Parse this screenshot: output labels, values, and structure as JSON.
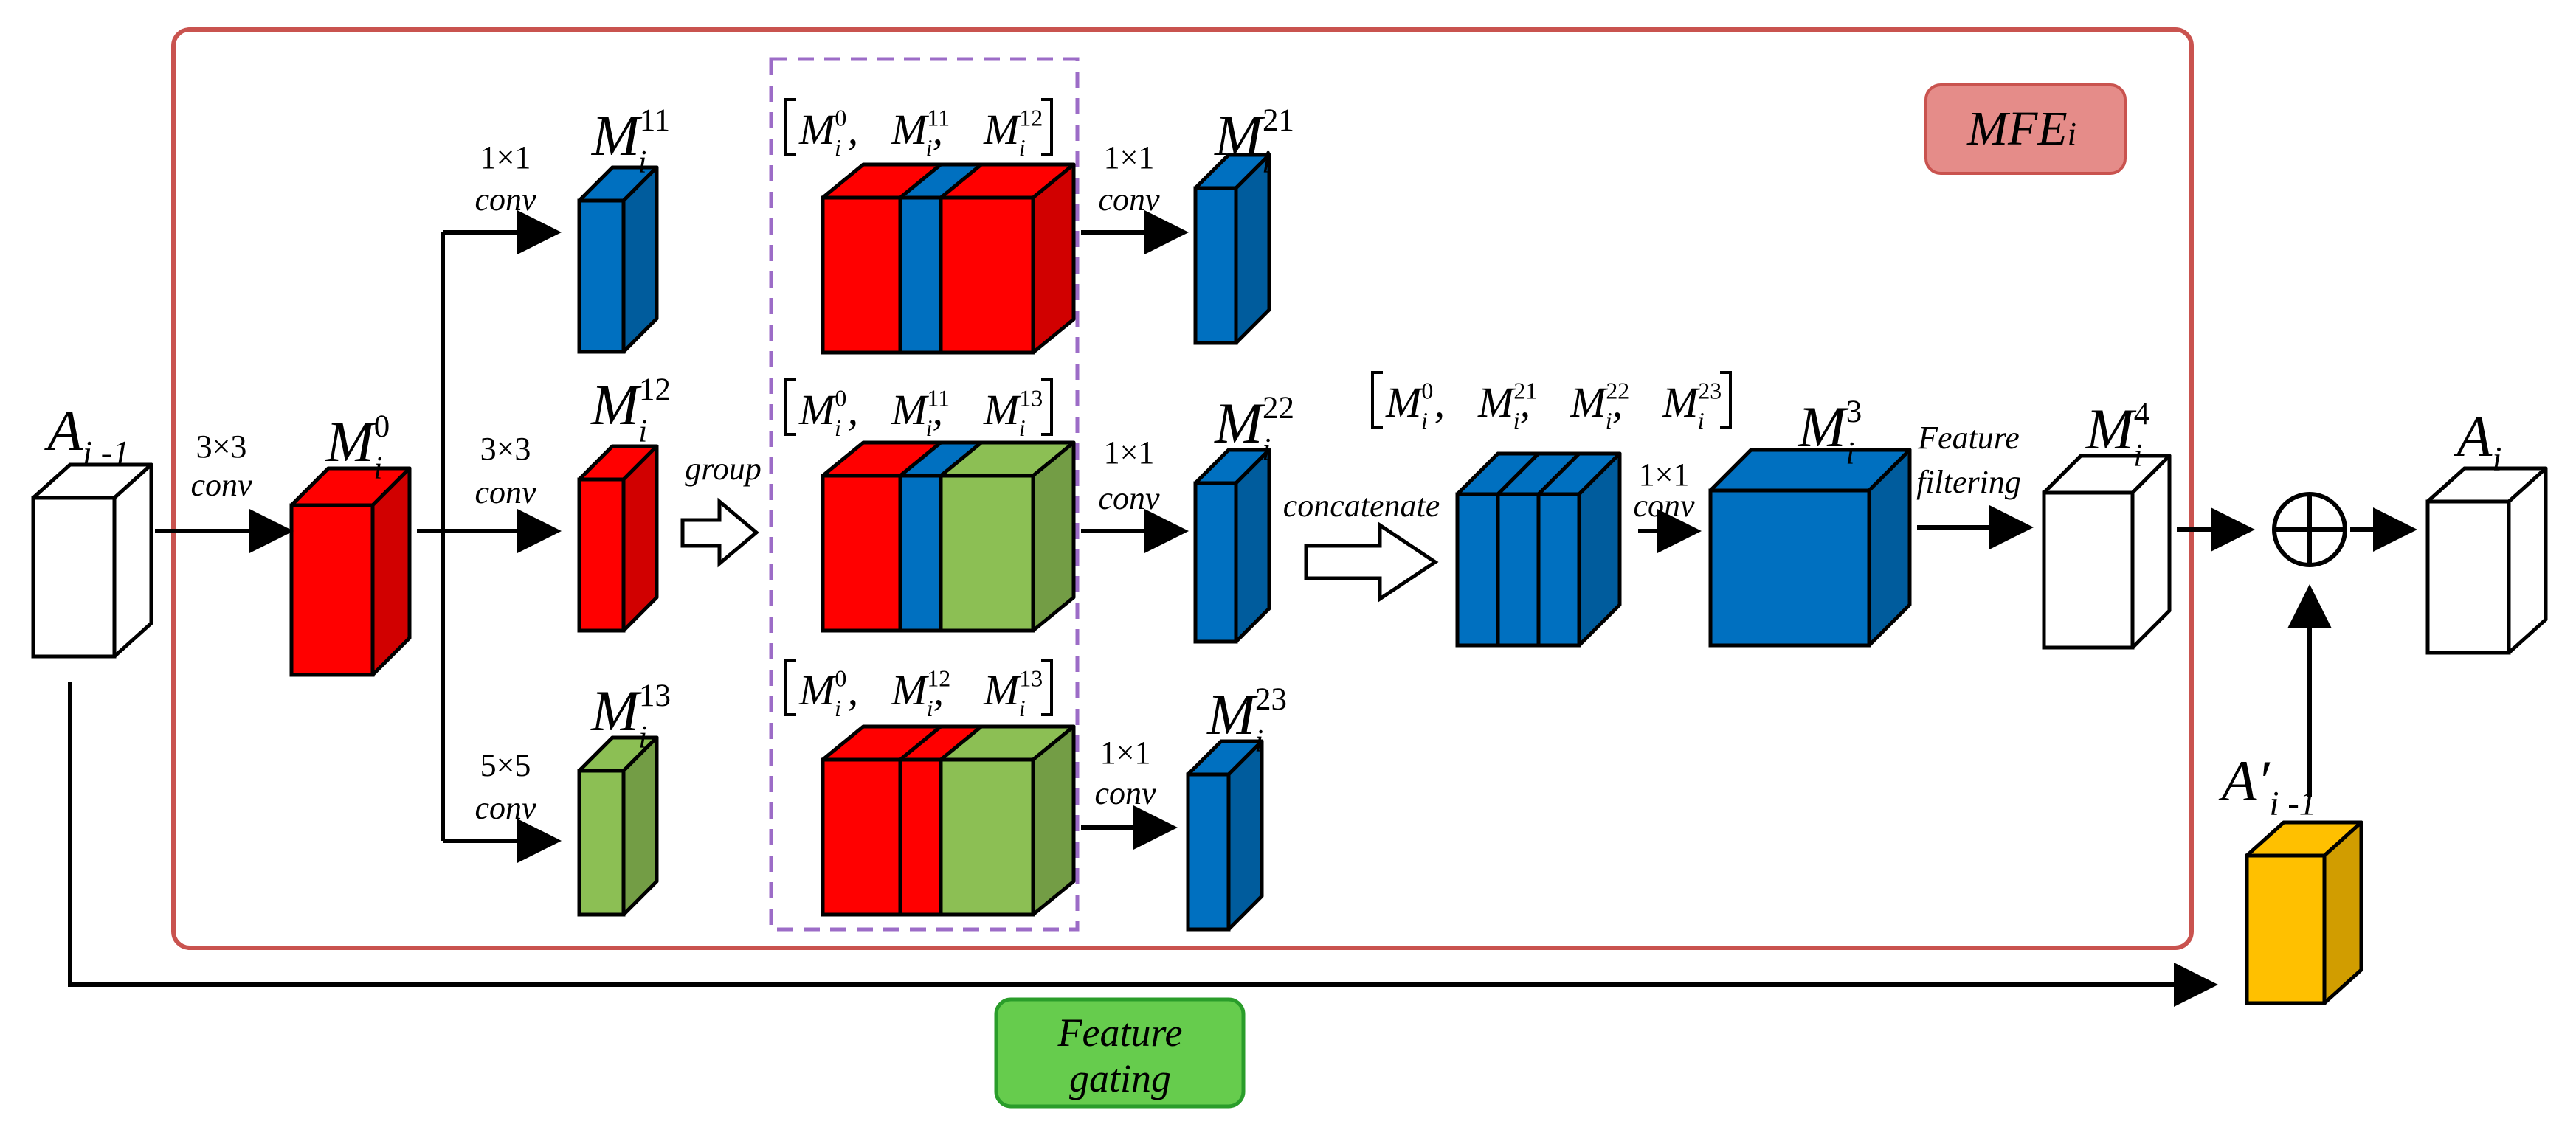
{
  "colors": {
    "red": "#ff0000",
    "blue": "#0070c0",
    "green": "#8cbf54",
    "white": "#ffffff",
    "yellow": "#ffc000",
    "mfe_box_border": "#c9534f",
    "mfe_label_fill": "#e58c89",
    "gating_fill": "#66cc4d",
    "gating_border": "#2a9d2a",
    "dashed_border": "#9c6cc7"
  },
  "blocks": {
    "input": {
      "name": "A",
      "sub": "i -1"
    },
    "m0": {
      "name": "M",
      "sub": "i",
      "sup": "0"
    },
    "m11": {
      "name": "M",
      "sub": "i",
      "sup": "11"
    },
    "m12": {
      "name": "M",
      "sub": "i",
      "sup": "12"
    },
    "m13": {
      "name": "M",
      "sub": "i",
      "sup": "13"
    },
    "m21": {
      "name": "M",
      "sub": "i",
      "sup": "21"
    },
    "m22": {
      "name": "M",
      "sub": "i",
      "sup": "22"
    },
    "m23": {
      "name": "M",
      "sub": "i",
      "sup": "23"
    },
    "m3": {
      "name": "M",
      "sub": "i",
      "sup": "3"
    },
    "m4": {
      "name": "M",
      "sub": "i",
      "sup": "4"
    },
    "output": {
      "name": "A",
      "sub": "i"
    },
    "gated": {
      "name": "A′",
      "sub": "i -1"
    }
  },
  "group_labels": {
    "g1": {
      "m1": "11",
      "m2": "12"
    },
    "g2": {
      "m1": "11",
      "m2": "13"
    },
    "g3": {
      "m1": "12",
      "m2": "13"
    },
    "cat": {
      "m1": "21",
      "m2": "22",
      "m3": "23"
    }
  },
  "ops": {
    "conv3x3_size": "3×3",
    "conv1x1_size": "1×1",
    "conv5x5_size": "5×5",
    "conv_word": "conv",
    "group": "group",
    "concatenate": "concatenate",
    "feature_filtering_1": "Feature",
    "feature_filtering_2": "filtering",
    "plus_symbol": "⊕"
  },
  "mfe_label": {
    "main": "MFE",
    "sub": "i"
  },
  "gating_label": {
    "line1": "Feature",
    "line2": "gating"
  }
}
